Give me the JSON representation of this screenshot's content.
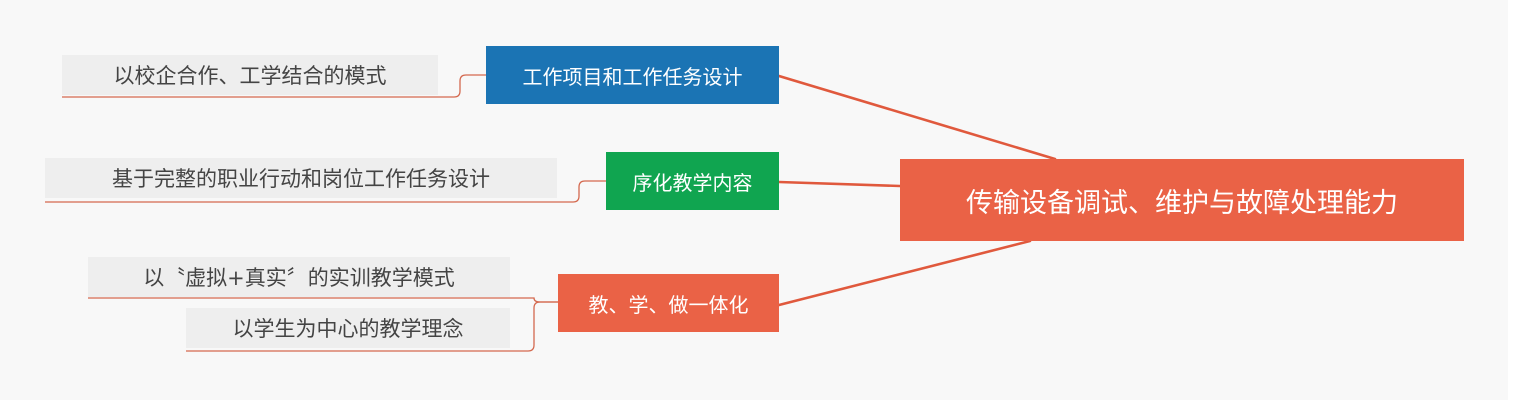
{
  "root": {
    "label": "传输设备调试、维护与故障处理能力",
    "color": "#ea6246"
  },
  "branches": [
    {
      "label": "工作项目和工作任务设计",
      "color": "#1b74b4",
      "children": [
        "以校企合作、工学结合的模式"
      ]
    },
    {
      "label": "序化教学内容",
      "color": "#10a550",
      "children": [
        "基于完整的职业行动和岗位工作任务设计"
      ]
    },
    {
      "label": "教、学、做一体化",
      "color": "#ea6246",
      "children": [
        "以〝虚拟+真实〞的实训教学模式",
        "以学生为中心的教学理念"
      ]
    }
  ],
  "link_color": "#e0593d"
}
